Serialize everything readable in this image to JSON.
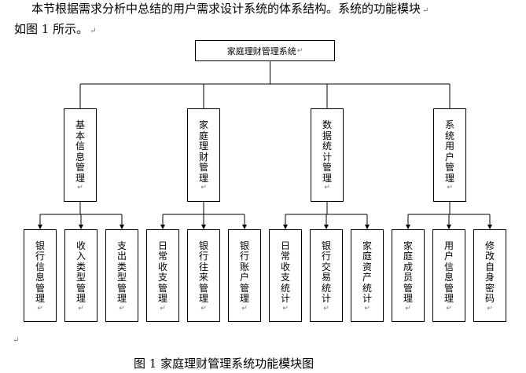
{
  "paragraph": {
    "line1": "本节根据需求分析中总结的用户需求设计系统的体系结构。系统的功能模块",
    "line2": "如图 1 所示。",
    "mark": "↵"
  },
  "diagram": {
    "root": "家庭理财管理系统",
    "modules": [
      {
        "name": "基本信息管理",
        "children": [
          "银行信息管理",
          "收入类型管理",
          "支出类型管理"
        ]
      },
      {
        "name": "家庭理财管理",
        "children": [
          "日常收支管理",
          "银行往来管理",
          "银行账户管理"
        ]
      },
      {
        "name": "数据统计管理",
        "children": [
          "日常收支统计",
          "银行交易统计",
          "家庭资产统计"
        ]
      },
      {
        "name": "系统用户管理",
        "children": [
          "家庭成员管理",
          "用户信息管理",
          "修改自身密码"
        ]
      }
    ],
    "edit_mark": "↵"
  },
  "standalone_mark": "↵",
  "caption": "图 1   家庭理财管理系统功能模块图"
}
